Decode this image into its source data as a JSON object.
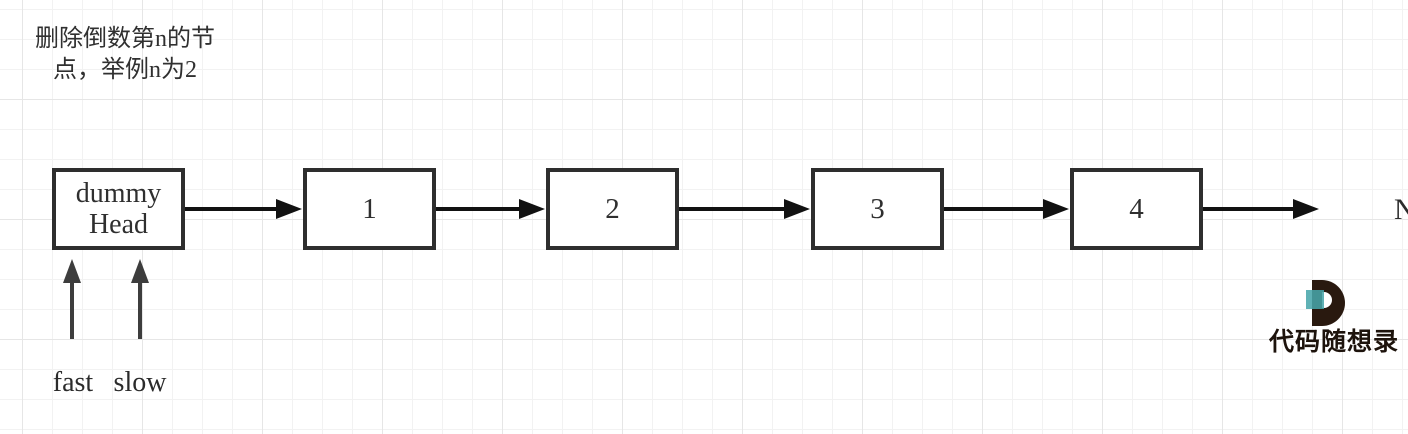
{
  "title": {
    "line1": "删除倒数第n的节",
    "line2": "点，举例n为2"
  },
  "list": {
    "dummy": {
      "line1": "dummy",
      "line2": "Head"
    },
    "nodes": [
      "1",
      "2",
      "3",
      "4"
    ],
    "tail": "N"
  },
  "pointers": {
    "fast": "fast",
    "slow": "slow"
  },
  "logo": {
    "text": "代码随想录"
  },
  "colors": {
    "stroke": "#2e2e2e",
    "arrow": "#111111",
    "pointer-arrow": "#3d3d3d",
    "grid-minor": "#f2f2f2",
    "grid-major": "#e6e6e6",
    "text": "#303030",
    "logo-dark": "#29190f",
    "logo-teal": "#47a5aa"
  }
}
